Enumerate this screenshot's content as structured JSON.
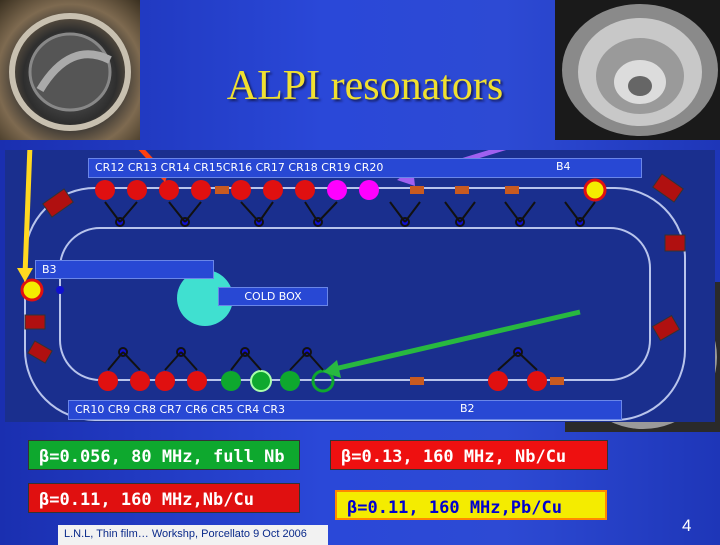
{
  "title": "ALPI resonators",
  "diagram": {
    "top_label": "CR12 CR13 CR14 CR15CR16 CR17 CR18 CR19 CR20",
    "b4": "B4",
    "b3": "B3",
    "cold_box": "COLD BOX",
    "bottom_label": "CR10 CR9  CR8 CR7  CR6 CR5 CR4 CR3",
    "b2": "B2"
  },
  "boxes": {
    "green": "β=0.056,  80 MHz,  full Nb",
    "red1": "β=0.11, 160 MHz,Nb/Cu",
    "red2": "β=0.13, 160 MHz, Nb/Cu",
    "yellow": "β=0.11, 160 MHz,Pb/Cu"
  },
  "footer": "L.N.L, Thin film… Workshp, Porcellato 9 Oct 2006",
  "page_number": "4",
  "icons": [
    "cavity-photo-1",
    "cavity-photo-2",
    "cavity-photo-3",
    "arrow-icon"
  ],
  "colors": {
    "title": "#f0e030",
    "red": "#e01010",
    "green": "#0ea82e",
    "magenta": "#ff00ff",
    "yellow": "#f4ec00"
  }
}
